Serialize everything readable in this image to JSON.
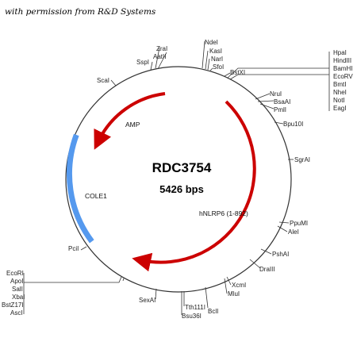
{
  "credit": "with permission from R&D Systems",
  "plasmid": {
    "name": "RDC3754",
    "size": "5426 bps"
  },
  "features": {
    "amp": "AMP",
    "cole1": "COLE1",
    "hnlrp6": "hNLRP6 (1-892)"
  },
  "colors": {
    "insert_and_amp": "#cc0000",
    "ori": "#5599ee",
    "backbone": "#333333"
  },
  "sites": {
    "zrai": "ZraI",
    "aatii": "AatII",
    "sspi": "SspI",
    "scai": "ScaI",
    "ndei": "NdeI",
    "kasi": "KasI",
    "nari": "NarI",
    "sfoi": "SfoI",
    "bstxi": "BstXI",
    "mcs_right": [
      "HpaI",
      "HindIII",
      "BamHI",
      "EcoRV",
      "BmtI",
      "NheI",
      "NotI",
      "EagI"
    ],
    "nrui": "NruI",
    "bsaai": "BsaAI",
    "pmli": "PmlI",
    "bpu10i": "Bpu10I",
    "sgrai": "SgrAI",
    "ppumi": "PpuMI",
    "alei": "AleI",
    "pshai": "PshAI",
    "draiii": "DraIII",
    "xcmi": "XcmI",
    "mlui": "MluI",
    "bcli": "BclI",
    "tth111i": "Tth111I",
    "bsu36i": "Bsu36I",
    "sexai": "SexAI",
    "pcii": "PciI",
    "mcs_left": [
      "EcoRI",
      "ApoI",
      "SalI",
      "XbaI",
      "BstZ17I",
      "AscI"
    ]
  }
}
